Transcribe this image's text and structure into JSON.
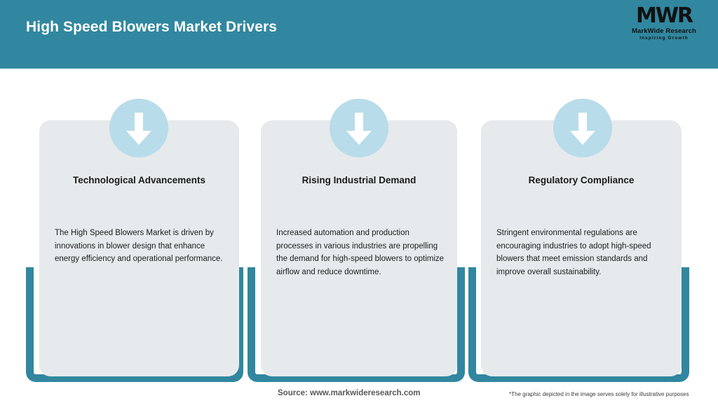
{
  "header": {
    "title": "High Speed Blowers Market Drivers",
    "background_color": "#31879f",
    "title_color": "#ffffff"
  },
  "logo": {
    "mark": "MWR",
    "name": "MarkWide Research",
    "tagline": "Inspiring Growth"
  },
  "theme": {
    "accent_teal": "#31879f",
    "icon_circle_blue": "#b9dcea",
    "card_background": "#e6eaec",
    "arrow_color": "#ffffff"
  },
  "cards": [
    {
      "icon": "arrow-down-icon",
      "title": "Technological Advancements",
      "body": "The High Speed Blowers Market is driven by innovations in blower design that enhance energy efficiency and operational performance."
    },
    {
      "icon": "arrow-down-icon",
      "title": "Rising Industrial Demand",
      "body": "Increased automation and production processes in various industries are propelling the demand for high-speed blowers to optimize airflow and reduce downtime."
    },
    {
      "icon": "arrow-down-icon",
      "title": "Regulatory Compliance",
      "body": "Stringent environmental regulations are encouraging industries to adopt high-speed blowers that meet emission standards and improve overall sustainability."
    }
  ],
  "footer": {
    "source": "Source: www.markwideresearch.com",
    "disclaimer": "*The graphic depicted in the image serves solely for illustrative purposes"
  }
}
